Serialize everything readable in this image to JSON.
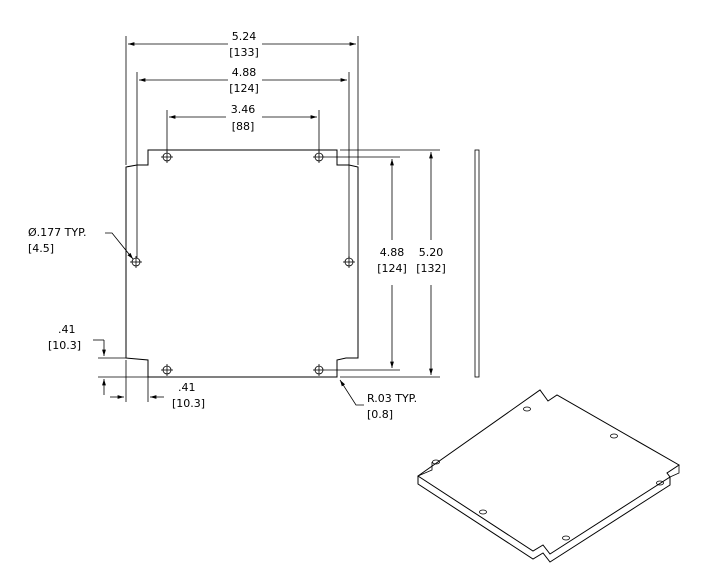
{
  "dimensions": {
    "overall_width": {
      "in": "5.24",
      "mm": "[133]"
    },
    "inner_width": {
      "in": "4.88",
      "mm": "[124]"
    },
    "hole_spacing_x": {
      "in": "3.46",
      "mm": "[88]"
    },
    "hole_spacing_y": {
      "in": "4.88",
      "mm": "[124]"
    },
    "overall_height": {
      "in": "5.20",
      "mm": "[132]"
    },
    "hole_diameter": {
      "in": "Ø.177 TYP.",
      "mm": "[4.5]"
    },
    "notch_height": {
      "in": ".41",
      "mm": "[10.3]"
    },
    "notch_width": {
      "in": ".41",
      "mm": "[10.3]"
    },
    "corner_radius": {
      "in": "R.03 TYP.",
      "mm": "[0.8]"
    }
  },
  "colors": {
    "line": "#000000",
    "background": "#ffffff"
  }
}
